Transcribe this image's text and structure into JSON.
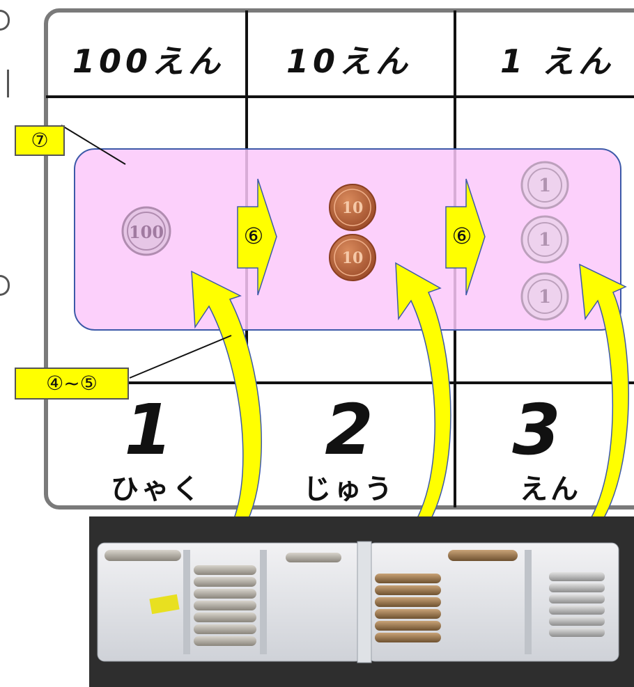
{
  "columns": [
    {
      "header": "100えん",
      "digit": "1",
      "reading": "ひゃく",
      "coin_value": "100"
    },
    {
      "header": "10えん",
      "digit": "2",
      "reading": "じゅう",
      "coin_value": "10"
    },
    {
      "header": "1 えん",
      "digit": "3",
      "reading": "えん",
      "coin_value": "1"
    }
  ],
  "labels": {
    "step7": "⑦",
    "step6a": "⑥",
    "step6b": "⑥",
    "step4to5": "④~⑤"
  },
  "colors": {
    "group_fill": "#fcc8fa",
    "group_border": "#3c59a8",
    "label_yellow": "#ffff00",
    "arrow_yellow": "#ffff00",
    "coin_copper": "#b5603a",
    "coin_faded": "#c9a9c9",
    "board_border": "#7a7a7a"
  }
}
